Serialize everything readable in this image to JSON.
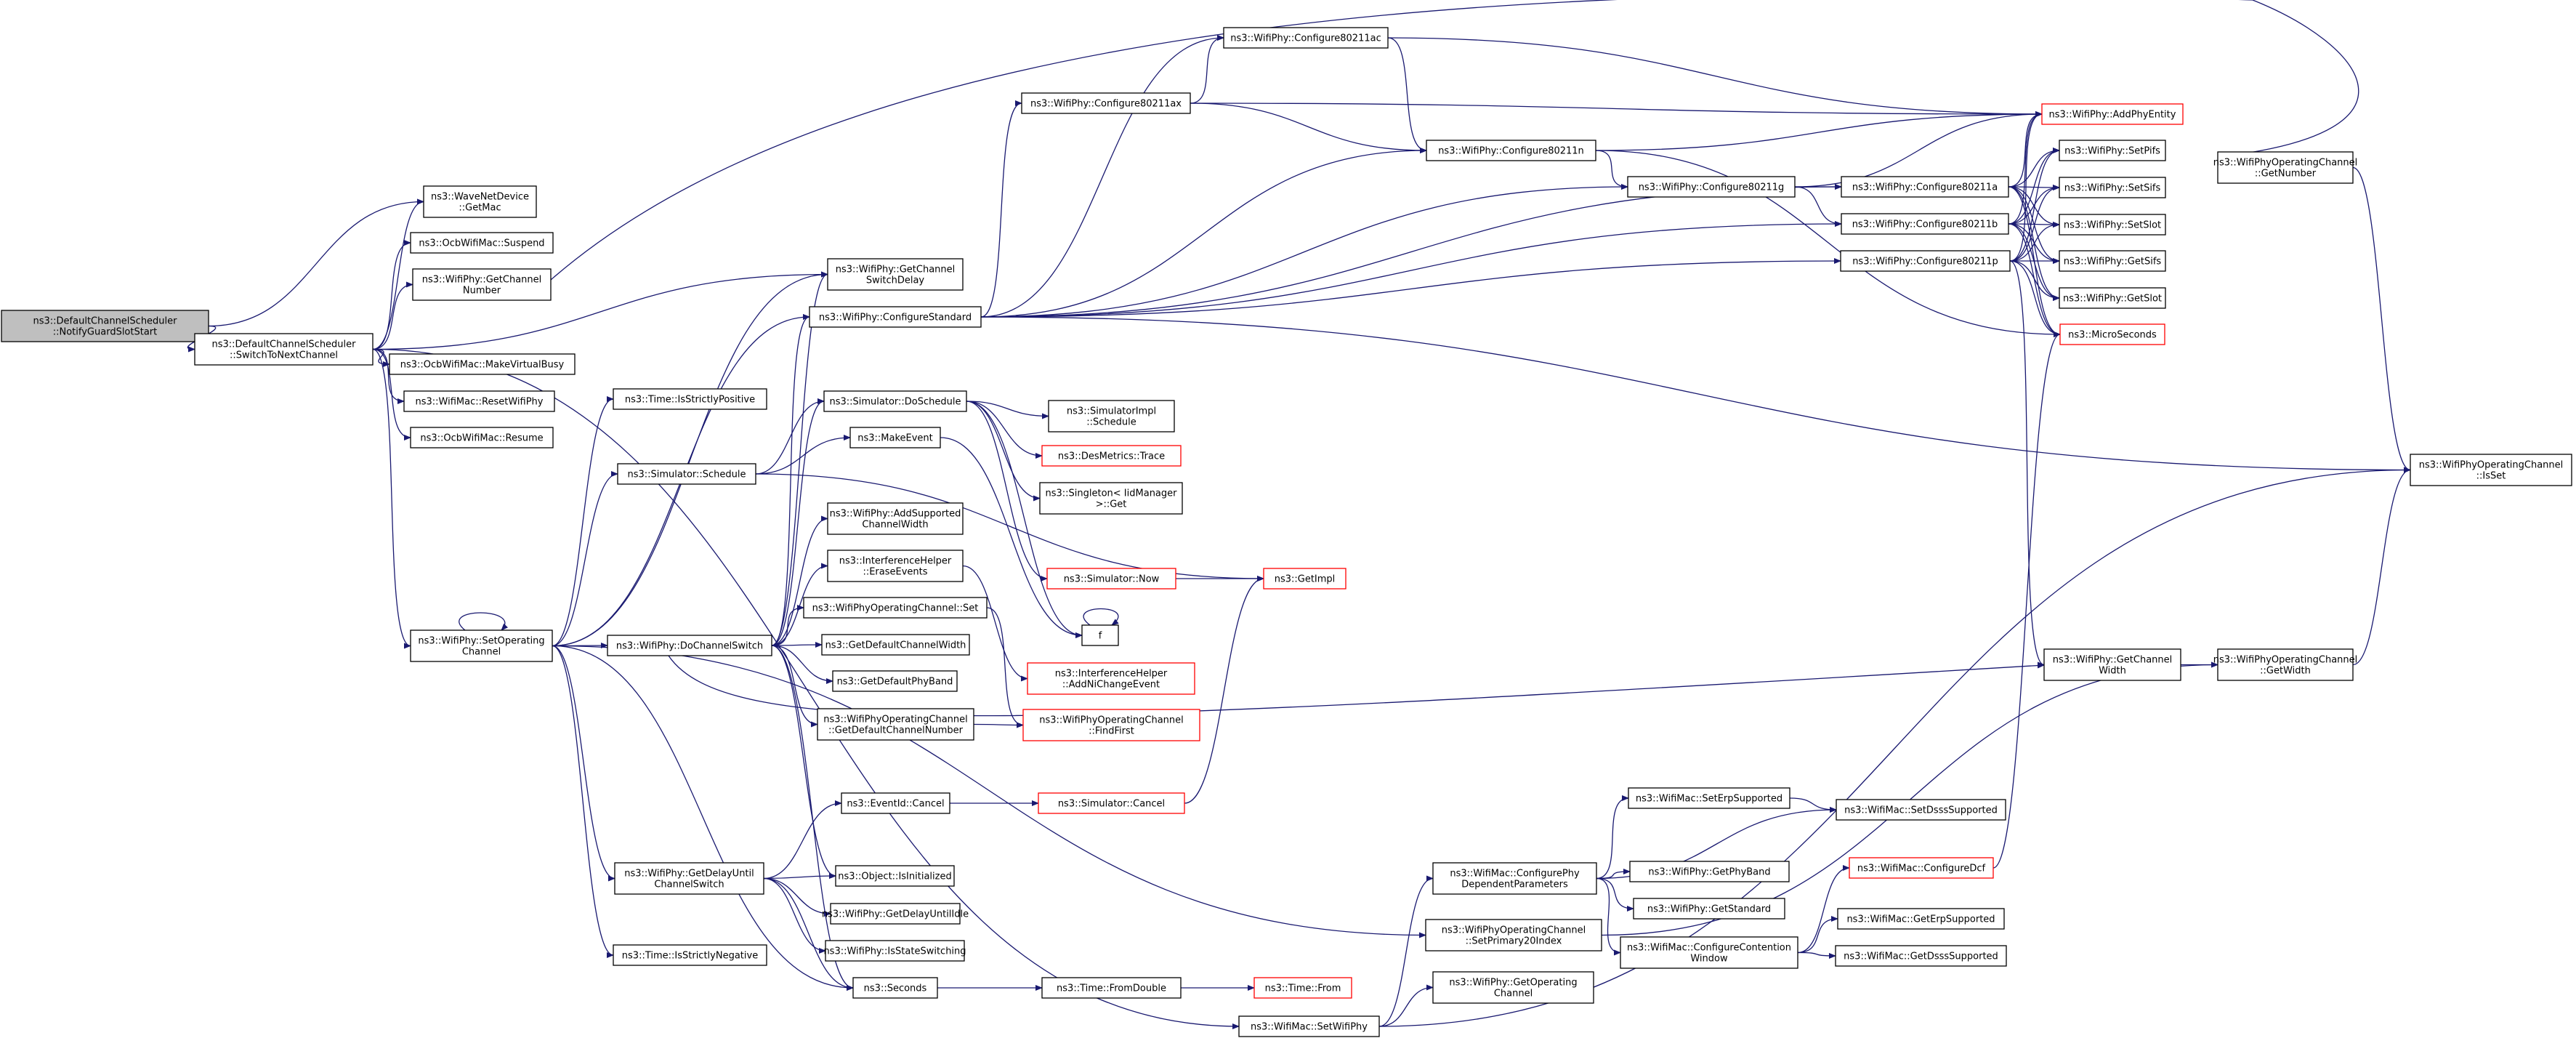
{
  "colors": {
    "edge": "#191970",
    "node_border_black": "#000000",
    "node_border_red": "#ff0000",
    "node_fill": "#ffffff",
    "root_fill": "#bfbfbf"
  },
  "nodes": [
    {
      "id": "n0",
      "lines": [
        "ns3::DefaultChannelScheduler",
        "::NotifyGuardSlotStart"
      ],
      "style": "root"
    },
    {
      "id": "n1",
      "lines": [
        "ns3::DefaultChannelScheduler",
        "::SwitchToNextChannel"
      ],
      "style": "black"
    },
    {
      "id": "n2",
      "lines": [
        "ns3::WaveNetDevice",
        "::GetMac"
      ],
      "style": "black"
    },
    {
      "id": "n3",
      "lines": [
        "ns3::OcbWifiMac::Suspend"
      ],
      "style": "black"
    },
    {
      "id": "n4",
      "lines": [
        "ns3::WifiPhy::GetChannel",
        "Number"
      ],
      "style": "black"
    },
    {
      "id": "n5",
      "lines": [
        "ns3::WifiPhy::GetChannel",
        "SwitchDelay"
      ],
      "style": "black"
    },
    {
      "id": "n6",
      "lines": [
        "ns3::OcbWifiMac::MakeVirtualBusy"
      ],
      "style": "black"
    },
    {
      "id": "n7",
      "lines": [
        "ns3::WifiMac::ResetWifiPhy"
      ],
      "style": "black"
    },
    {
      "id": "n8",
      "lines": [
        "ns3::OcbWifiMac::Resume"
      ],
      "style": "black"
    },
    {
      "id": "n9",
      "lines": [
        "ns3::WifiPhy::SetOperating",
        "Channel"
      ],
      "style": "black"
    },
    {
      "id": "n10",
      "lines": [
        "ns3::WifiMac::SetWifiPhy"
      ],
      "style": "black"
    },
    {
      "id": "n11",
      "lines": [
        "ns3::Time::IsStrictlyPositive"
      ],
      "style": "black"
    },
    {
      "id": "n12",
      "lines": [
        "ns3::Simulator::Schedule"
      ],
      "style": "black"
    },
    {
      "id": "n13",
      "lines": [
        "ns3::WifiPhy::DoChannelSwitch"
      ],
      "style": "black"
    },
    {
      "id": "n14",
      "lines": [
        "ns3::WifiPhy::GetDelayUntil",
        "ChannelSwitch"
      ],
      "style": "black"
    },
    {
      "id": "n15",
      "lines": [
        "ns3::Time::IsStrictlyNegative"
      ],
      "style": "black"
    },
    {
      "id": "n16",
      "lines": [
        "ns3::WifiPhy::ConfigureStandard"
      ],
      "style": "black"
    },
    {
      "id": "n17",
      "lines": [
        "ns3::Simulator::DoSchedule"
      ],
      "style": "black"
    },
    {
      "id": "n18",
      "lines": [
        "ns3::MakeEvent"
      ],
      "style": "black"
    },
    {
      "id": "n19",
      "lines": [
        "ns3::WifiPhy::AddSupported",
        "ChannelWidth"
      ],
      "style": "black"
    },
    {
      "id": "n20",
      "lines": [
        "ns3::InterferenceHelper",
        "::EraseEvents"
      ],
      "style": "black"
    },
    {
      "id": "n21",
      "lines": [
        "ns3::WifiPhyOperatingChannel::Set"
      ],
      "style": "black"
    },
    {
      "id": "n22",
      "lines": [
        "ns3::GetDefaultChannelWidth"
      ],
      "style": "black"
    },
    {
      "id": "n23",
      "lines": [
        "ns3::GetDefaultPhyBand"
      ],
      "style": "black"
    },
    {
      "id": "n24",
      "lines": [
        "ns3::WifiPhyOperatingChannel",
        "::GetDefaultChannelNumber"
      ],
      "style": "black"
    },
    {
      "id": "n25",
      "lines": [
        "ns3::EventId::Cancel"
      ],
      "style": "black"
    },
    {
      "id": "n26",
      "lines": [
        "ns3::Object::IsInitialized"
      ],
      "style": "black"
    },
    {
      "id": "n27",
      "lines": [
        "ns3::WifiPhy::GetDelayUntilIdle"
      ],
      "style": "black"
    },
    {
      "id": "n28",
      "lines": [
        "ns3::WifiPhy::IsStateSwitching"
      ],
      "style": "black"
    },
    {
      "id": "n29",
      "lines": [
        "ns3::Seconds"
      ],
      "style": "black"
    },
    {
      "id": "n30",
      "lines": [
        "ns3::WifiPhy::Configure80211ax"
      ],
      "style": "black"
    },
    {
      "id": "n31",
      "lines": [
        "ns3::WifiPhy::Configure80211ac"
      ],
      "style": "black"
    },
    {
      "id": "n32",
      "lines": [
        "ns3::SimulatorImpl",
        "::Schedule"
      ],
      "style": "black"
    },
    {
      "id": "n33",
      "lines": [
        "ns3::DesMetrics::Trace"
      ],
      "style": "red"
    },
    {
      "id": "n34",
      "lines": [
        "ns3::Singleton< IidManager",
        ">::Get"
      ],
      "style": "black"
    },
    {
      "id": "n35",
      "lines": [
        "ns3::Simulator::Now"
      ],
      "style": "red"
    },
    {
      "id": "n36",
      "lines": [
        "f"
      ],
      "style": "black"
    },
    {
      "id": "n37",
      "lines": [
        "ns3::InterferenceHelper",
        "::AddNiChangeEvent"
      ],
      "style": "red"
    },
    {
      "id": "n38",
      "lines": [
        "ns3::WifiPhyOperatingChannel",
        "::FindFirst"
      ],
      "style": "red"
    },
    {
      "id": "n39",
      "lines": [
        "ns3::Simulator::Cancel"
      ],
      "style": "red"
    },
    {
      "id": "n40",
      "lines": [
        "ns3::Time::FromDouble"
      ],
      "style": "black"
    },
    {
      "id": "n41",
      "lines": [
        "ns3::Time::From"
      ],
      "style": "red"
    },
    {
      "id": "n42",
      "lines": [
        "ns3::WifiPhy::Configure80211n"
      ],
      "style": "black"
    },
    {
      "id": "n43",
      "lines": [
        "ns3::GetImpl"
      ],
      "style": "red"
    },
    {
      "id": "n44",
      "lines": [
        "ns3::WifiMac::ConfigurePhy",
        "DependentParameters"
      ],
      "style": "black"
    },
    {
      "id": "n45",
      "lines": [
        "ns3::WifiPhyOperatingChannel",
        "::SetPrimary20Index"
      ],
      "style": "black"
    },
    {
      "id": "n46",
      "lines": [
        "ns3::WifiPhy::GetOperating",
        "Channel"
      ],
      "style": "black"
    },
    {
      "id": "n47",
      "lines": [
        "ns3::WifiPhy::Configure80211g"
      ],
      "style": "black"
    },
    {
      "id": "n48",
      "lines": [
        "ns3::WifiMac::SetErpSupported"
      ],
      "style": "black"
    },
    {
      "id": "n49",
      "lines": [
        "ns3::WifiPhy::GetPhyBand"
      ],
      "style": "black"
    },
    {
      "id": "n50",
      "lines": [
        "ns3::WifiPhy::GetStandard"
      ],
      "style": "black"
    },
    {
      "id": "n51",
      "lines": [
        "ns3::WifiMac::ConfigureContention",
        "Window"
      ],
      "style": "black"
    },
    {
      "id": "n52",
      "lines": [
        "ns3::WifiPhy::Configure80211a"
      ],
      "style": "black"
    },
    {
      "id": "n53",
      "lines": [
        "ns3::WifiPhy::Configure80211b"
      ],
      "style": "black"
    },
    {
      "id": "n54",
      "lines": [
        "ns3::WifiPhy::Configure80211p"
      ],
      "style": "black"
    },
    {
      "id": "n55",
      "lines": [
        "ns3::WifiMac::SetDsssSupported"
      ],
      "style": "black"
    },
    {
      "id": "n56",
      "lines": [
        "ns3::WifiMac::ConfigureDcf"
      ],
      "style": "red"
    },
    {
      "id": "n57",
      "lines": [
        "ns3::WifiMac::GetErpSupported"
      ],
      "style": "black"
    },
    {
      "id": "n58",
      "lines": [
        "ns3::WifiMac::GetDsssSupported"
      ],
      "style": "black"
    },
    {
      "id": "n59",
      "lines": [
        "ns3::WifiPhy::AddPhyEntity"
      ],
      "style": "red"
    },
    {
      "id": "n60",
      "lines": [
        "ns3::WifiPhy::SetPifs"
      ],
      "style": "black"
    },
    {
      "id": "n61",
      "lines": [
        "ns3::WifiPhy::SetSifs"
      ],
      "style": "black"
    },
    {
      "id": "n62",
      "lines": [
        "ns3::WifiPhy::SetSlot"
      ],
      "style": "black"
    },
    {
      "id": "n63",
      "lines": [
        "ns3::WifiPhy::GetSifs"
      ],
      "style": "black"
    },
    {
      "id": "n64",
      "lines": [
        "ns3::WifiPhy::GetSlot"
      ],
      "style": "black"
    },
    {
      "id": "n65",
      "lines": [
        "ns3::MicroSeconds"
      ],
      "style": "red"
    },
    {
      "id": "n66",
      "lines": [
        "ns3::WifiPhy::GetChannel",
        "Width"
      ],
      "style": "black"
    },
    {
      "id": "n67",
      "lines": [
        "ns3::WifiPhyOperatingChannel",
        "::GetNumber"
      ],
      "style": "black"
    },
    {
      "id": "n68",
      "lines": [
        "ns3::WifiPhyOperatingChannel",
        "::GetWidth"
      ],
      "style": "black"
    },
    {
      "id": "n69",
      "lines": [
        "ns3::WifiPhyOperatingChannel",
        "::IsSet"
      ],
      "style": "black"
    }
  ]
}
